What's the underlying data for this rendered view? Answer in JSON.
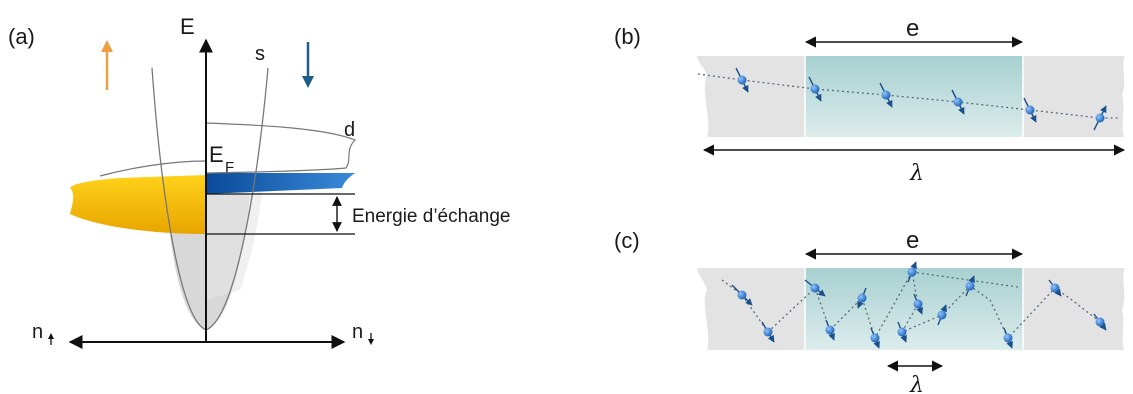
{
  "panel_a": {
    "label": "(a)",
    "energy_axis_label": "E",
    "s_band_label": "s",
    "d_band_label": "d",
    "fermi_label_main": "E",
    "fermi_label_sub": "F",
    "exchange_label": "Energie d’échange",
    "n_up_label": "n",
    "n_down_label": "n",
    "spin_up_arrow_color": "#f0a040",
    "spin_down_arrow_color": "#1f5c8a",
    "majority_fill_color": "#f5b800",
    "minority_fill_color": "#1f6fb8"
  },
  "panel_b": {
    "label": "(b)",
    "thickness_label": "e",
    "mean_free_path_label": "λ",
    "regime": "ballistic"
  },
  "panel_c": {
    "label": "(c)",
    "thickness_label": "e",
    "mean_free_path_label": "λ",
    "regime": "diffusive"
  },
  "colors": {
    "lead_fill": "#e3e3e3",
    "layer_fill": "#bcdcdc",
    "electron": "#2a6fc0",
    "path": "#5a6a7a"
  }
}
